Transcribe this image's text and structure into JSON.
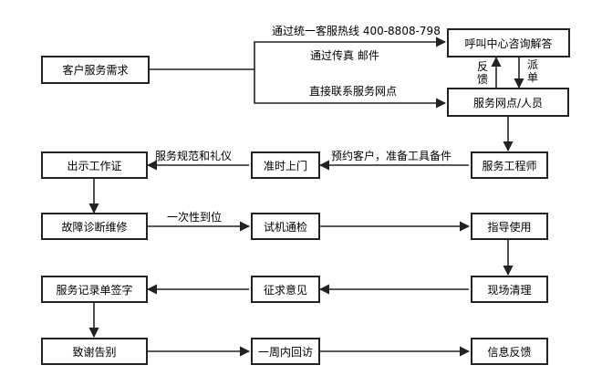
{
  "nodes": {
    "customer_request": "客户服务需求",
    "call_center": "呼叫中心咨询解答",
    "service_outlet": "服务网点/人员",
    "service_engineer": "服务工程师",
    "on_time_visit": "准时上门",
    "show_id": "出示工作证",
    "fault_repair": "故障诊断维修",
    "test_run": "试机通检",
    "usage_guide": "指导使用",
    "site_cleanup": "现场清理",
    "feedback_collect": "征求意见",
    "sign_record": "服务记录单签字",
    "thank_farewell": "致谢告别",
    "weekly_callback": "一周内回访",
    "info_feedback": "信息反馈"
  },
  "edge_labels": {
    "hotline": "通过统一客服热线 400-8808-798",
    "fax_mail": "通过传真 邮件",
    "direct_contact": "直接联系服务网点",
    "feedback": "反馈",
    "dispatch": "派单",
    "appointment": "预约客户，准备工具备件",
    "etiquette": "服务规范和礼仪",
    "one_time_fix": "一次性到位"
  }
}
